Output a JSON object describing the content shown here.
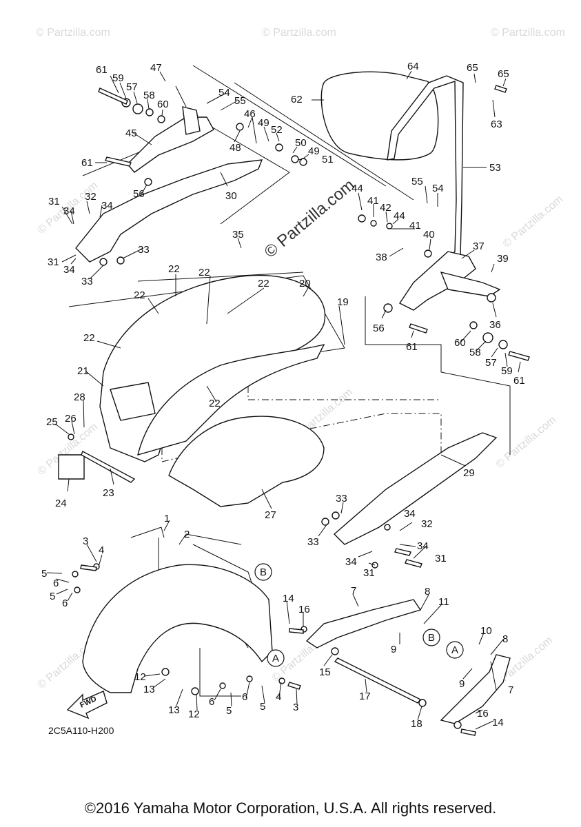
{
  "watermark": {
    "text": "© Partzilla.com",
    "center_text": "© Partzilla.com",
    "text_color": "#d9d9d9"
  },
  "diagram": {
    "code": "2C5A110-H200",
    "fwd_label": "FWD",
    "ref_a": "A",
    "ref_b": "B",
    "callouts": {
      "c1": "1",
      "c2": "2",
      "c3": "3",
      "c4": "4",
      "c5": "5",
      "c6": "6",
      "c7": "7",
      "c8": "8",
      "c9": "9",
      "c10": "10",
      "c11": "11",
      "c12": "12",
      "c13": "13",
      "c14": "14",
      "c15": "15",
      "c16": "16",
      "c17": "17",
      "c18": "18",
      "c19": "19",
      "c20": "20",
      "c21": "21",
      "c22": "22",
      "c23": "23",
      "c24": "24",
      "c25": "25",
      "c26": "26",
      "c27": "27",
      "c28": "28",
      "c29": "29",
      "c30": "30",
      "c31": "31",
      "c32": "32",
      "c33": "33",
      "c34": "34",
      "c35": "35",
      "c36": "36",
      "c37": "37",
      "c38": "38",
      "c39": "39",
      "c40": "40",
      "c41": "41",
      "c42": "42",
      "c44": "44",
      "c45": "45",
      "c46": "46",
      "c47": "47",
      "c48": "48",
      "c49": "49",
      "c50": "50",
      "c51": "51",
      "c52": "52",
      "c53": "53",
      "c54": "54",
      "c55": "55",
      "c56": "56",
      "c57": "57",
      "c58": "58",
      "c59": "59",
      "c60": "60",
      "c61": "61",
      "c62": "62",
      "c63": "63",
      "c64": "64",
      "c65": "65"
    }
  },
  "footer": {
    "copyright": "©2016 Yamaha Motor Corporation, U.S.A. All rights reserved."
  }
}
